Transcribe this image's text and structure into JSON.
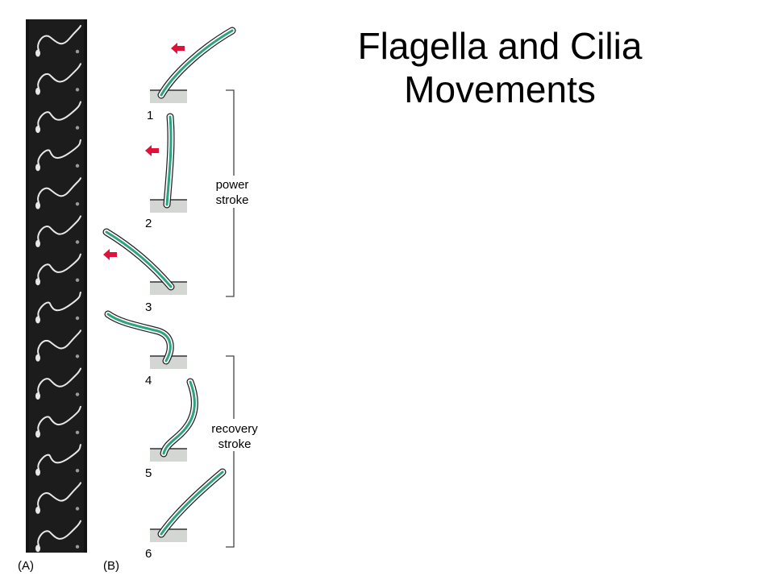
{
  "title": {
    "line1": "Flagella and Cilia",
    "line2": "Movements"
  },
  "figure": {
    "panel_a_label": "(A)",
    "panel_b_label": "(B)",
    "step_numbers": [
      "1",
      "2",
      "3",
      "4",
      "5",
      "6"
    ],
    "power_stroke": [
      "power",
      "stroke"
    ],
    "recovery_stroke": [
      "recovery",
      "stroke"
    ],
    "colors": {
      "cilium_fill": "#2aa37e",
      "cilium_outline": "#222222",
      "cell_surface": "#d3d6d3",
      "arrow": "#e0113b",
      "photo_background": "#141414",
      "sperm": "#e8e8e8"
    },
    "icons": [
      "red-arrow-icon",
      "cilium-icon"
    ]
  }
}
